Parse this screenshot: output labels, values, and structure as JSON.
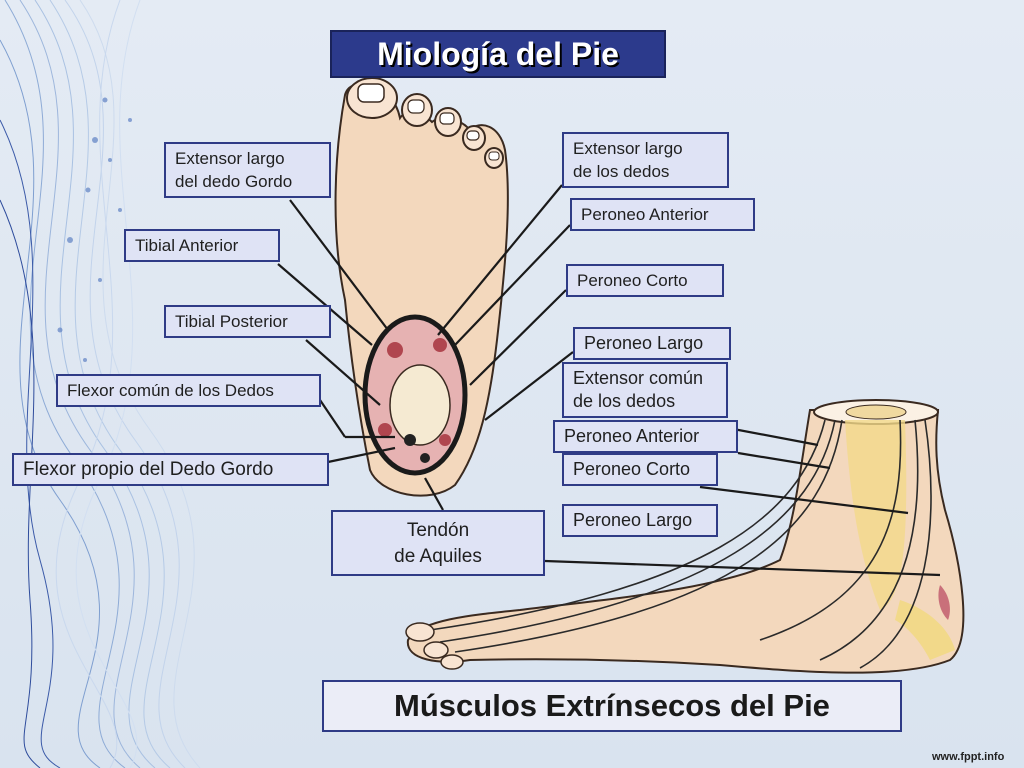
{
  "title": "Miología del Pie",
  "top_left_labels": [
    {
      "lines": [
        "Extensor largo",
        "del dedo Gordo"
      ]
    },
    {
      "lines": [
        "Tibial Anterior"
      ]
    },
    {
      "lines": [
        "Tibial Posterior"
      ]
    },
    {
      "lines": [
        "Flexor común de los Dedos"
      ]
    },
    {
      "lines": [
        "Flexor propio del Dedo Gordo"
      ]
    }
  ],
  "top_right_labels": [
    {
      "lines": [
        "Extensor largo",
        "de los dedos"
      ]
    },
    {
      "lines": [
        "Peroneo Anterior"
      ]
    },
    {
      "lines": [
        "Peroneo Corto"
      ]
    },
    {
      "lines": [
        "Peroneo Largo"
      ]
    }
  ],
  "side_labels": [
    {
      "lines": [
        "Extensor común",
        "de los dedos"
      ]
    },
    {
      "lines": [
        "Peroneo Anterior"
      ]
    },
    {
      "lines": [
        "Peroneo Corto"
      ]
    },
    {
      "lines": [
        "Peroneo Largo"
      ]
    }
  ],
  "tendon_label": {
    "lines": [
      "Tendón",
      "de Aquiles"
    ]
  },
  "subtitle": "Músculos Extrínsecos del Pie",
  "watermark": "www.fppt.info",
  "colors": {
    "label_fill": "#dfe3f5",
    "label_border": "#2f3b86",
    "title_fill": "#2c3a8c",
    "skin": "#f3d8bd",
    "muscle": "#c9707a"
  }
}
